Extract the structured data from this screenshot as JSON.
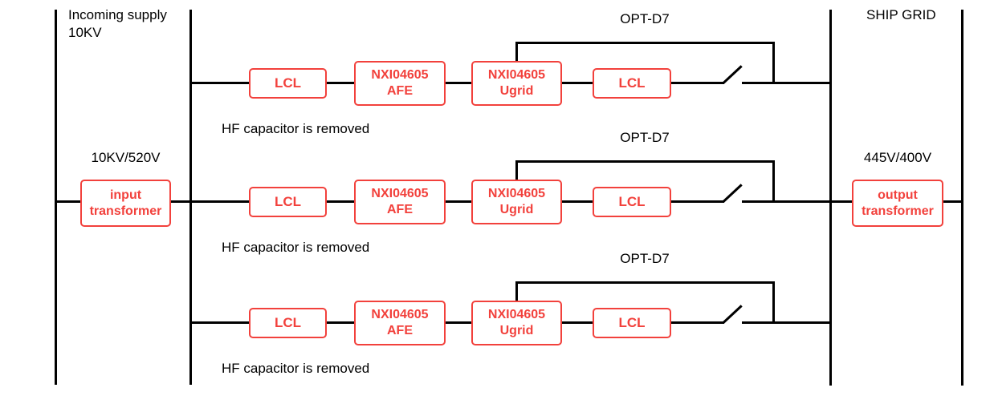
{
  "header": {
    "incoming_supply_line1": "Incoming supply",
    "incoming_supply_line2": "10KV",
    "ship_grid": "SHIP GRID"
  },
  "input_transformer": {
    "ratio": "10KV/520V",
    "label_line1": "input",
    "label_line2": "transformer"
  },
  "output_transformer": {
    "ratio": "445V/400V",
    "label_line1": "output",
    "label_line2": "transformer"
  },
  "channels": [
    {
      "lcl_in": "LCL",
      "afe_line1": "NXI04605",
      "afe_line2": "AFE",
      "ugrid_line1": "NXI04605",
      "ugrid_line2": "Ugrid",
      "lcl_out": "LCL",
      "opt_label": "OPT-D7",
      "note": "HF capacitor is removed"
    },
    {
      "lcl_in": "LCL",
      "afe_line1": "NXI04605",
      "afe_line2": "AFE",
      "ugrid_line1": "NXI04605",
      "ugrid_line2": "Ugrid",
      "lcl_out": "LCL",
      "opt_label": "OPT-D7",
      "note": "HF capacitor is removed"
    },
    {
      "lcl_in": "LCL",
      "afe_line1": "NXI04605",
      "afe_line2": "AFE",
      "ugrid_line1": "NXI04605",
      "ugrid_line2": "Ugrid",
      "lcl_out": "LCL",
      "opt_label": "OPT-D7",
      "note": "HF capacitor is removed"
    }
  ],
  "colors": {
    "box_red": "#f2413c",
    "line_black": "#000000"
  }
}
